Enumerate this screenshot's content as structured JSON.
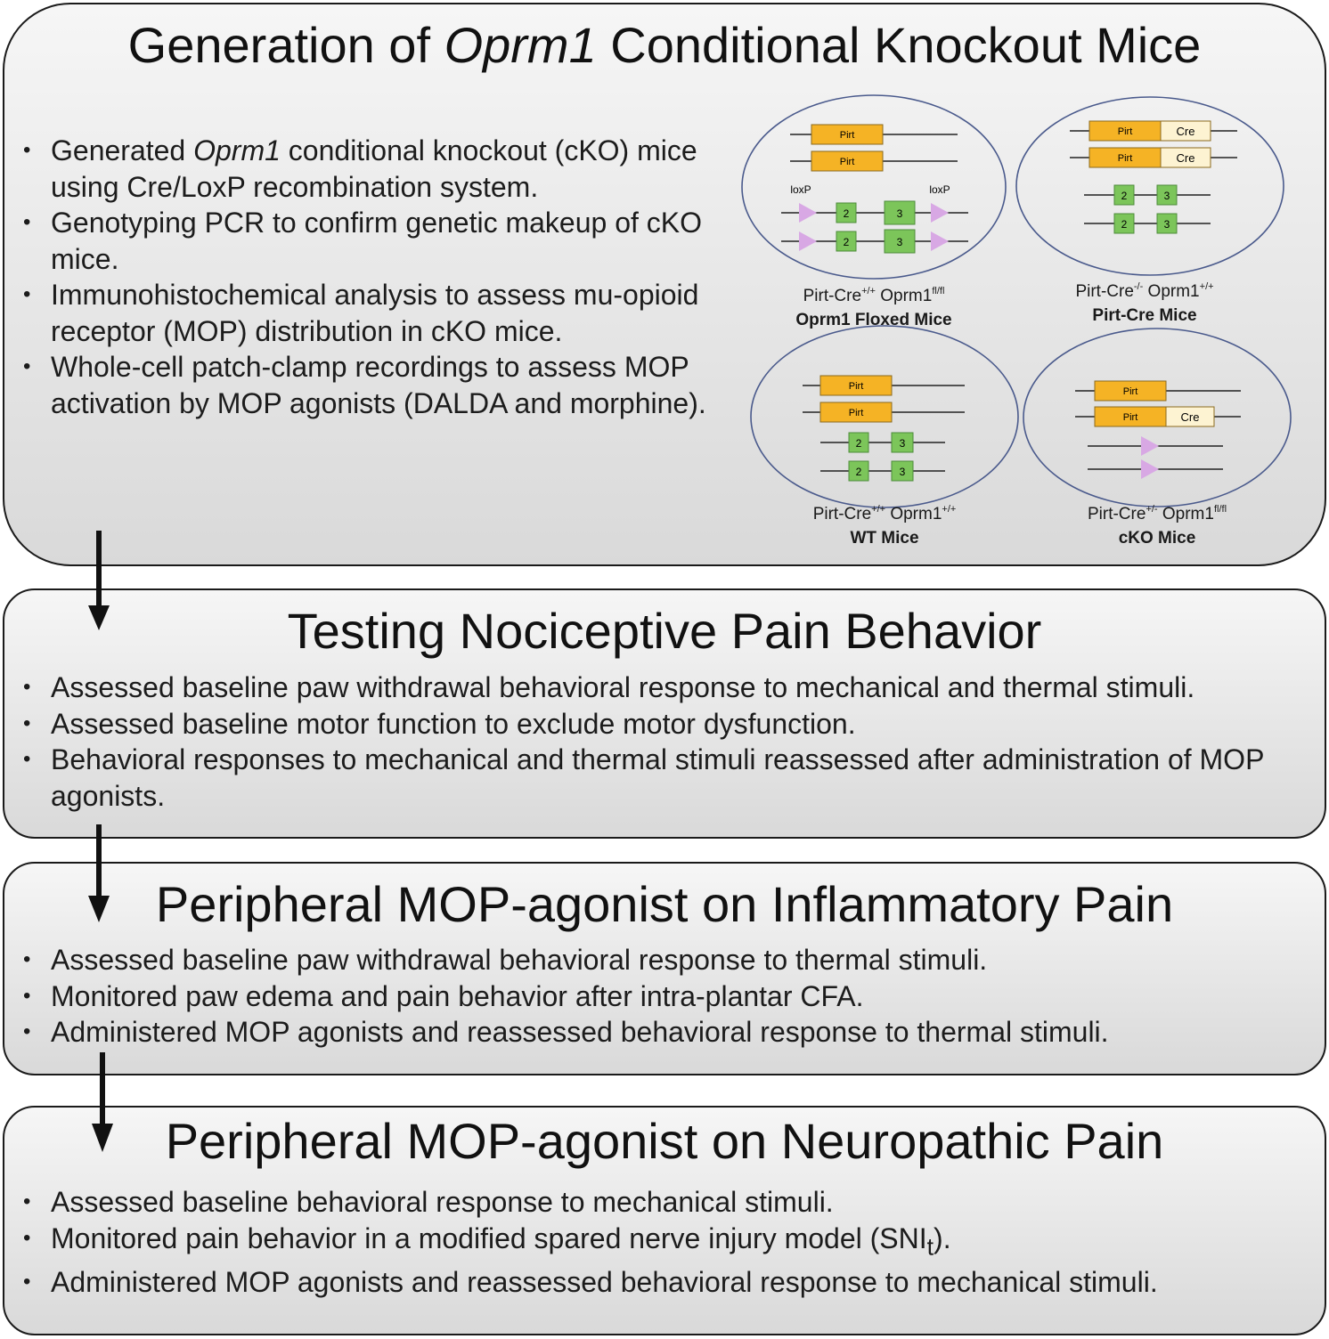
{
  "panels": [
    {
      "title_pre": "Generation of ",
      "title_italic": "Oprm1",
      "title_post": " Conditional Knockout Mice",
      "bullets": [
        {
          "pre": "Generated ",
          "italic": "Oprm1",
          "post": " conditional knockout (cKO) mice using Cre/LoxP recombination system."
        },
        {
          "text": "Genotyping PCR to confirm genetic makeup of cKO mice."
        },
        {
          "text": "Immunohistochemical analysis to assess mu-opioid receptor (MOP) distribution in cKO mice."
        },
        {
          "text": "Whole-cell patch-clamp recordings to assess MOP activation by MOP agonists (DALDA and morphine)."
        }
      ]
    },
    {
      "title": "Testing Nociceptive Pain Behavior",
      "bullets": [
        "Assessed baseline paw withdrawal behavioral response to mechanical and thermal stimuli.",
        "Assessed baseline motor function to exclude motor dysfunction.",
        "Behavioral responses to mechanical and thermal stimuli reassessed after administration of MOP agonists."
      ]
    },
    {
      "title": "Peripheral MOP-agonist on Inflammatory Pain",
      "bullets": [
        "Assessed baseline paw withdrawal behavioral response to thermal stimuli.",
        "Monitored paw edema and pain behavior after intra-plantar CFA.",
        "Administered MOP agonists and reassessed behavioral response to thermal stimuli."
      ]
    },
    {
      "title": "Peripheral MOP-agonist on Neuropathic Pain",
      "bullets": [
        "Assessed baseline behavioral response to mechanical stimuli.",
        {
          "pre": "Monitored pain behavior in a modified spared nerve injury model (SNI",
          "sub": "t",
          "post": ")."
        },
        "Administered MOP agonists and reassessed behavioral response to mechanical stimuli."
      ]
    }
  ],
  "genotypes": {
    "gene_labels": {
      "pirt": "Pirt",
      "cre": "Cre",
      "loxp": "loxP",
      "exon2": "2",
      "exon3": "3"
    },
    "mice": [
      {
        "genotype_a": "Pirt-Cre",
        "sup_a": "+/+",
        "genotype_b": " Oprm1",
        "sup_b": "fl/fl",
        "name": "Oprm1 Floxed Mice"
      },
      {
        "genotype_a": "Pirt-Cre",
        "sup_a": "-/-",
        "genotype_b": " Oprm1",
        "sup_b": "+/+",
        "name": "Pirt-Cre Mice"
      },
      {
        "genotype_a": "Pirt-Cre",
        "sup_a": "+/+",
        "genotype_b": " Oprm1",
        "sup_b": "+/+",
        "name": "WT Mice"
      },
      {
        "genotype_a": "Pirt-Cre",
        "sup_a": "+/-",
        "genotype_b": " Oprm1",
        "sup_b": "fl/fl",
        "name": "cKO Mice"
      }
    ]
  },
  "colors": {
    "pirt_fill": "#f5b325",
    "pirt_stroke": "#8a6a1e",
    "cre_fill": "#fdf3d2",
    "exon_fill": "#7cc55a",
    "exon_stroke": "#4d8c3a",
    "loxp_fill": "#d8a8e4",
    "ellipse_stroke": "#4a5a8c",
    "panel_border": "#1a1a1a",
    "arrow": "#111111"
  }
}
